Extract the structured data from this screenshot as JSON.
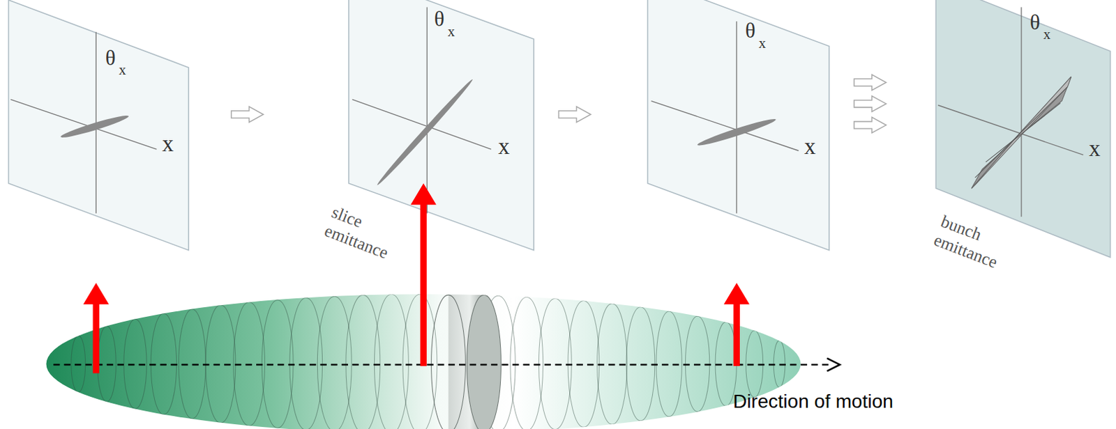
{
  "diagram": {
    "labels": [
      "θ",
      "x",
      "x",
      "θ",
      "x",
      "x",
      "slice emittance",
      "θ",
      "x",
      "x",
      "θ",
      "x",
      "x",
      "bunch emittance",
      "Direction of motion"
    ]
  }
}
